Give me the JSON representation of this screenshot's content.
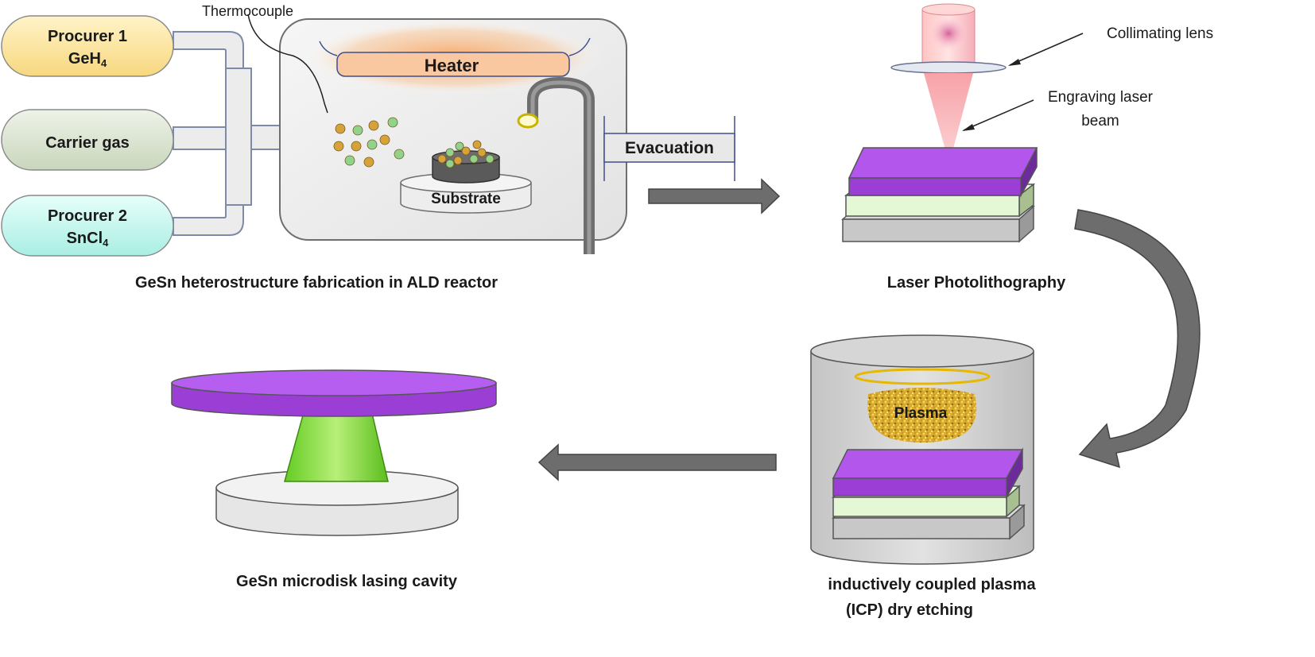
{
  "gases": {
    "procurer1_line1": "Procurer 1",
    "procurer1_line2": "GeH",
    "procurer1_sub": "4",
    "carrier": "Carrier gas",
    "procurer2_line1": "Procurer 2",
    "procurer2_line2": "SnCl",
    "procurer2_sub": "4"
  },
  "reactor": {
    "thermocouple": "Thermocouple",
    "heater": "Heater",
    "substrate": "Substrate",
    "evacuation": "Evacuation"
  },
  "captions": {
    "ald": "GeSn heterostructure fabrication in ALD reactor",
    "photolithography": "Laser Photolithography",
    "icp_line1": "inductively coupled plasma",
    "icp_line2": "(ICP) dry etching",
    "microdisk": "GeSn microdisk lasing cavity"
  },
  "laser": {
    "collimating_lens": "Collimating lens",
    "beam_line1": "Engraving laser",
    "beam_line2": "beam"
  },
  "icp": {
    "plasma": "Plasma"
  },
  "colors": {
    "procurer1": "#fde9a6",
    "carrier": "#dfe8d5",
    "procurer2": "#c9f7ef",
    "purple": "#a94ce6",
    "green_layer": "#e4f8d6",
    "gray_layer": "#c8c8c8",
    "arrow": "#6d6d6d",
    "particle_orange": "#d6a23a",
    "particle_green": "#8fd48a"
  }
}
